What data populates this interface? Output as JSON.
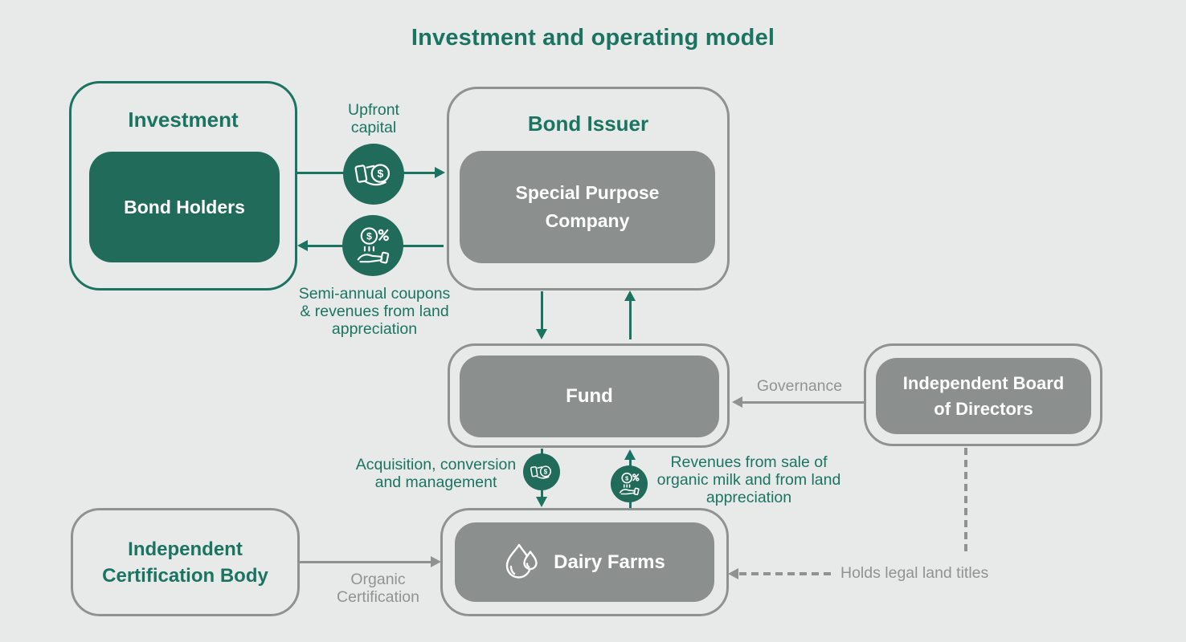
{
  "title": "Investment and operating model",
  "colors": {
    "teal": "#1B7462",
    "teal_fill": "#216B5B",
    "gray_fill": "#8B8F8E",
    "gray_line": "#8E9291",
    "gray_text": "#8F9392",
    "background": "#E8EAE9",
    "icon_stroke": "#FFFFFF"
  },
  "nodes": {
    "investment": {
      "title": "Investment",
      "child": "Bond Holders"
    },
    "bond_issuer": {
      "title": "Bond Issuer",
      "child": "Special Purpose Company"
    },
    "fund": {
      "label": "Fund"
    },
    "board": {
      "label": "Independent Board of Directors"
    },
    "dairy_farms": {
      "label": "Dairy Farms"
    },
    "certification_body": {
      "label": "Independent Certification Body"
    }
  },
  "flows": {
    "upfront_capital": {
      "label": "Upfront capital",
      "icon": "hand-giving-money-icon"
    },
    "semi_annual_coupons": {
      "label": "Semi-annual coupons & revenues from land appreciation",
      "icon": "coin-percent-hand-icon"
    },
    "acquisition": {
      "label": "Acquisition, conversion and management",
      "icon": "hand-giving-money-icon"
    },
    "revenues": {
      "label": "Revenues from sale of organic milk and from land appreciation",
      "icon": "coin-percent-hand-icon"
    },
    "governance": {
      "label": "Governance"
    },
    "organic_certification": {
      "label": "Organic Certification"
    },
    "land_titles": {
      "label": "Holds legal land titles"
    }
  },
  "icons": {
    "dollar": "$",
    "dairy": "milk-drop-icon"
  }
}
